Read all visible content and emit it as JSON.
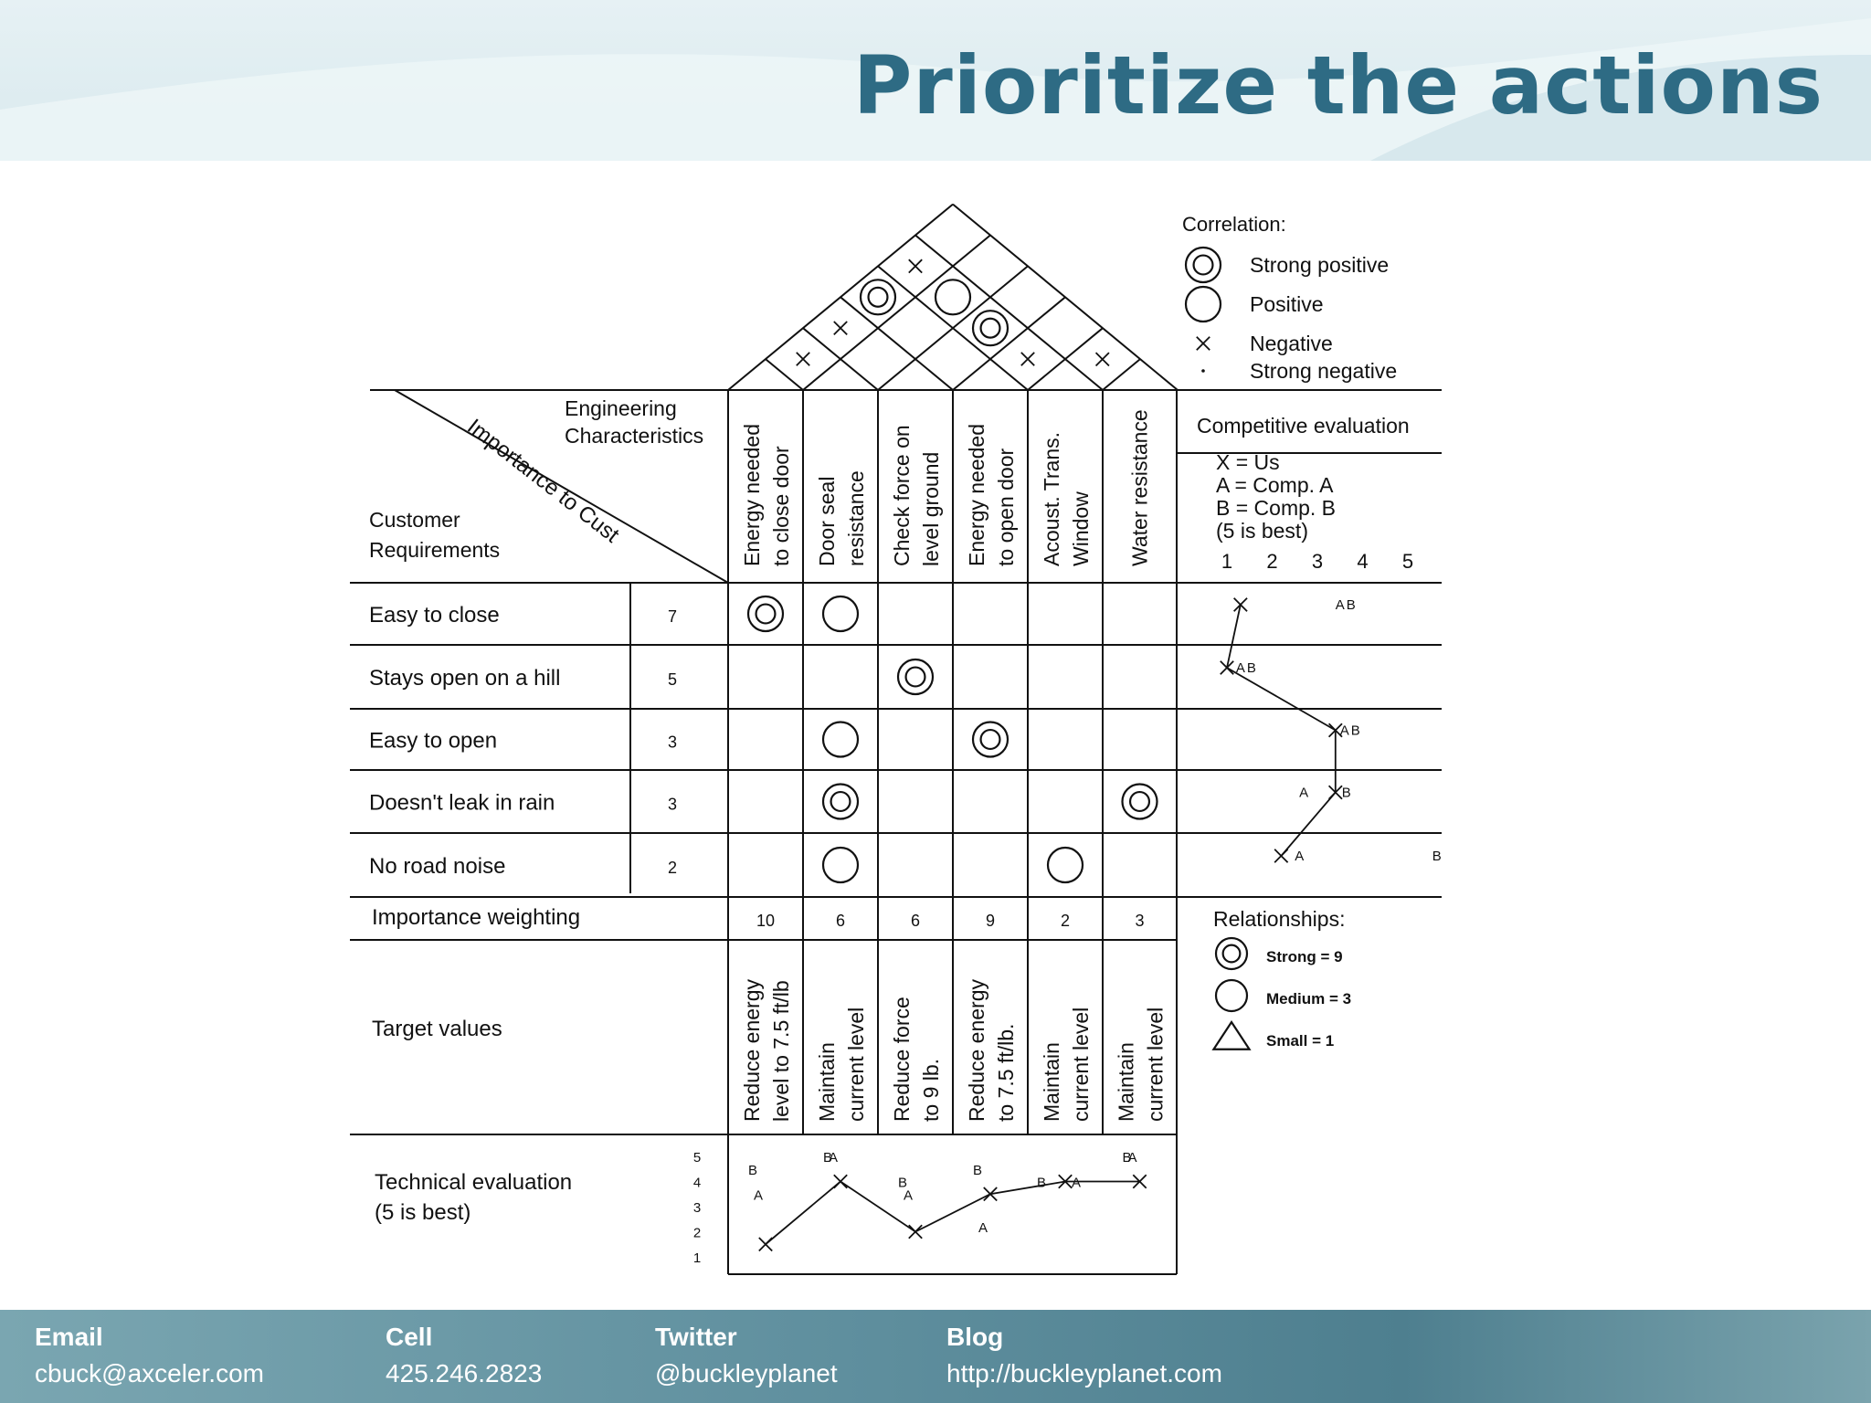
{
  "slide": {
    "title": "Prioritize the actions"
  },
  "matrix": {
    "corner": {
      "engineering": [
        "Engineering",
        "Characteristics"
      ],
      "importance": "Importance to Cust",
      "customer": [
        "Customer",
        "Requirements"
      ]
    },
    "columns": [
      [
        "Energy needed",
        "to close door"
      ],
      [
        "Door seal",
        "resistance"
      ],
      [
        "Check force on",
        "level ground"
      ],
      [
        "Energy needed",
        "to open door"
      ],
      [
        "Acoust. Trans.",
        "Window"
      ],
      [
        "Water resistance"
      ]
    ],
    "requirements": [
      {
        "name": "Easy to close",
        "importance": "7"
      },
      {
        "name": "Stays open on a hill",
        "importance": "5"
      },
      {
        "name": "Easy to open",
        "importance": "3"
      },
      {
        "name": "Doesn't leak in rain",
        "importance": "3"
      },
      {
        "name": "No road noise",
        "importance": "2"
      }
    ],
    "relationships": [
      [
        "strong",
        "medium",
        "",
        "",
        "",
        ""
      ],
      [
        "",
        "",
        "strong",
        "",
        "",
        ""
      ],
      [
        "",
        "medium",
        "",
        "strong",
        "",
        ""
      ],
      [
        "",
        "strong",
        "",
        "",
        "",
        "strong"
      ],
      [
        "",
        "medium",
        "",
        "",
        "medium",
        ""
      ]
    ],
    "importance_weighting": {
      "label": "Importance weighting",
      "values": [
        "10",
        "6",
        "6",
        "9",
        "2",
        "3"
      ]
    },
    "target_values": {
      "label": "Target values",
      "values": [
        [
          "Reduce energy",
          "level to 7.5 ft/lb"
        ],
        [
          "Maintain",
          "current level"
        ],
        [
          "Reduce force",
          "to 9 lb."
        ],
        [
          "Reduce energy",
          "to 7.5 ft/lb."
        ],
        [
          "Maintain",
          "current level"
        ],
        [
          "Maintain",
          "current level"
        ]
      ]
    },
    "technical_evaluation": {
      "label": [
        "Technical evaluation",
        "(5 is best)"
      ],
      "scale": [
        "5",
        "4",
        "3",
        "2",
        "1"
      ],
      "us": [
        1.5,
        4,
        2,
        3.5,
        4,
        4
      ],
      "comp_a": [
        3.5,
        5,
        3.5,
        2.2,
        4,
        5
      ],
      "comp_b": [
        4.5,
        5,
        4,
        4.5,
        4,
        5
      ]
    },
    "roof_correlations": [
      {
        "i": 0,
        "j": 1,
        "symbol": "negative"
      },
      {
        "i": 0,
        "j": 2,
        "symbol": "negative"
      },
      {
        "i": 0,
        "j": 3,
        "symbol": "strong_positive"
      },
      {
        "i": 0,
        "j": 4,
        "symbol": "negative"
      },
      {
        "i": 1,
        "j": 4,
        "symbol": "positive"
      },
      {
        "i": 2,
        "j": 4,
        "symbol": "strong_positive"
      },
      {
        "i": 3,
        "j": 4,
        "symbol": "negative"
      },
      {
        "i": 4,
        "j": 5,
        "symbol": "negative"
      }
    ]
  },
  "correlation_legend": {
    "title": "Correlation:",
    "items": [
      {
        "symbol": "strong_positive",
        "label": "Strong positive"
      },
      {
        "symbol": "positive",
        "label": "Positive"
      },
      {
        "symbol": "negative",
        "label": "Negative"
      },
      {
        "symbol": "strong_negative",
        "label": "Strong negative"
      }
    ]
  },
  "competitive_evaluation": {
    "title": "Competitive evaluation",
    "key": [
      "X = Us",
      "A = Comp. A",
      "B = Comp. B",
      "(5 is best)"
    ],
    "scale": [
      "1",
      "2",
      "3",
      "4",
      "5"
    ],
    "us": [
      1.3,
      1,
      3.4,
      3.4,
      2.2
    ],
    "comp_a": [
      3.5,
      1.3,
      3.6,
      2.7,
      2.6
    ],
    "comp_b": [
      3.5,
      1.3,
      3.6,
      3.4,
      5.4
    ]
  },
  "relationships_legend": {
    "title": "Relationships:",
    "items": [
      {
        "symbol": "strong",
        "label": "Strong = 9"
      },
      {
        "symbol": "medium",
        "label": "Medium = 3"
      },
      {
        "symbol": "small",
        "label": "Small = 1"
      }
    ]
  },
  "footer": {
    "email_label": "Email",
    "email": "cbuck@axceler.com",
    "cell_label": "Cell",
    "cell": "425.246.2823",
    "twitter_label": "Twitter",
    "twitter": "@buckleyplanet",
    "blog_label": "Blog",
    "blog": "http://buckleyplanet.com"
  }
}
